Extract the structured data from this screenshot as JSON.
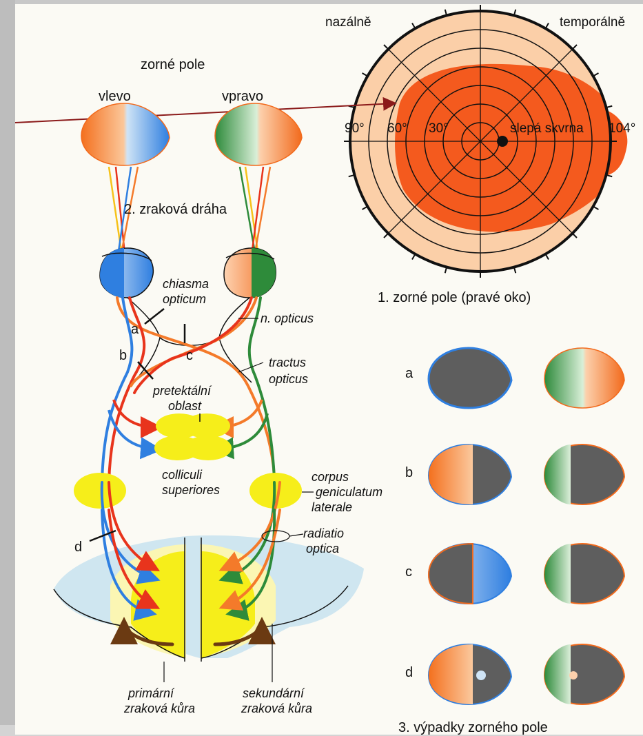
{
  "field_title": "zorné pole",
  "left_label": "vlevo",
  "right_label": "vpravo",
  "pathway_title": "2. zraková dráha",
  "polar": {
    "nasal": "nazálně",
    "temporal": "temporálně",
    "deg90": "90°",
    "deg60": "60°",
    "deg30": "30°",
    "deg104": "104°",
    "blind_spot": "slepá skvrna",
    "caption": "1. zorné pole (pravé oko)"
  },
  "anatomy": {
    "chiasma": [
      "chiasma",
      "opticum"
    ],
    "nervus": "n. opticus",
    "tractus": [
      "tractus",
      "opticus"
    ],
    "pretectal": [
      "pretektální",
      "oblast"
    ],
    "colliculi": [
      "colliculi",
      "superiores"
    ],
    "geniculatum": [
      "corpus",
      "geniculatum",
      "laterale"
    ],
    "radiatio": [
      "radiatio",
      "optica"
    ],
    "primary": [
      "primární",
      "zraková kůra"
    ],
    "secondary": [
      "sekundární",
      "zraková kůra"
    ]
  },
  "lesions": {
    "a": "a",
    "b": "b",
    "c": "c",
    "d": "d"
  },
  "defects": {
    "labels": [
      "a",
      "b",
      "c",
      "d"
    ],
    "caption": "3. výpadky zorného pole"
  },
  "colors": {
    "orange": "#f47a2a",
    "blue": "#2f7fe0",
    "green": "#2e8b3a",
    "red": "#e8341c",
    "yellow": "#f6ee1a",
    "gray": "#5e5e5e",
    "cortex": "#cfe6f0"
  }
}
